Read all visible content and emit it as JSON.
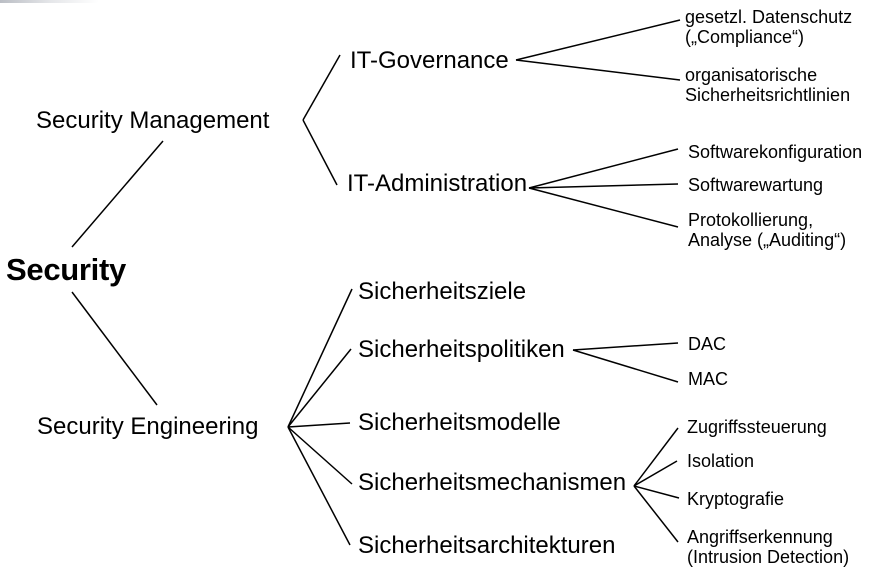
{
  "page": {
    "background_color": "#ffffff",
    "text_color": "#000000",
    "line_color": "#000000"
  },
  "tree": {
    "root": {
      "label": "Security"
    },
    "branches": [
      {
        "label": "Security Management",
        "children": [
          {
            "label": "IT-Governance",
            "children": [
              {
                "label": "gesetzl. Datenschutz\n(„Compliance“)"
              },
              {
                "label": "organisatorische\nSicherheitsrichtlinien"
              }
            ]
          },
          {
            "label": "IT-Administration",
            "children": [
              {
                "label": "Softwarekonfiguration"
              },
              {
                "label": "Softwarewartung"
              },
              {
                "label": "Protokollierung,\nAnalyse („Auditing“)"
              }
            ]
          }
        ]
      },
      {
        "label": "Security Engineering",
        "children": [
          {
            "label": "Sicherheitsziele",
            "children": []
          },
          {
            "label": "Sicherheitspolitiken",
            "children": [
              {
                "label": "DAC"
              },
              {
                "label": "MAC"
              }
            ]
          },
          {
            "label": "Sicherheitsmodelle",
            "children": []
          },
          {
            "label": "Sicherheitsmechanismen",
            "children": [
              {
                "label": "Zugriffssteuerung"
              },
              {
                "label": "Isolation"
              },
              {
                "label": "Kryptografie"
              },
              {
                "label": "Angriffserkennung\n(Intrusion Detection)"
              }
            ]
          },
          {
            "label": "Sicherheitsarchitekturen",
            "children": []
          }
        ]
      }
    ]
  }
}
